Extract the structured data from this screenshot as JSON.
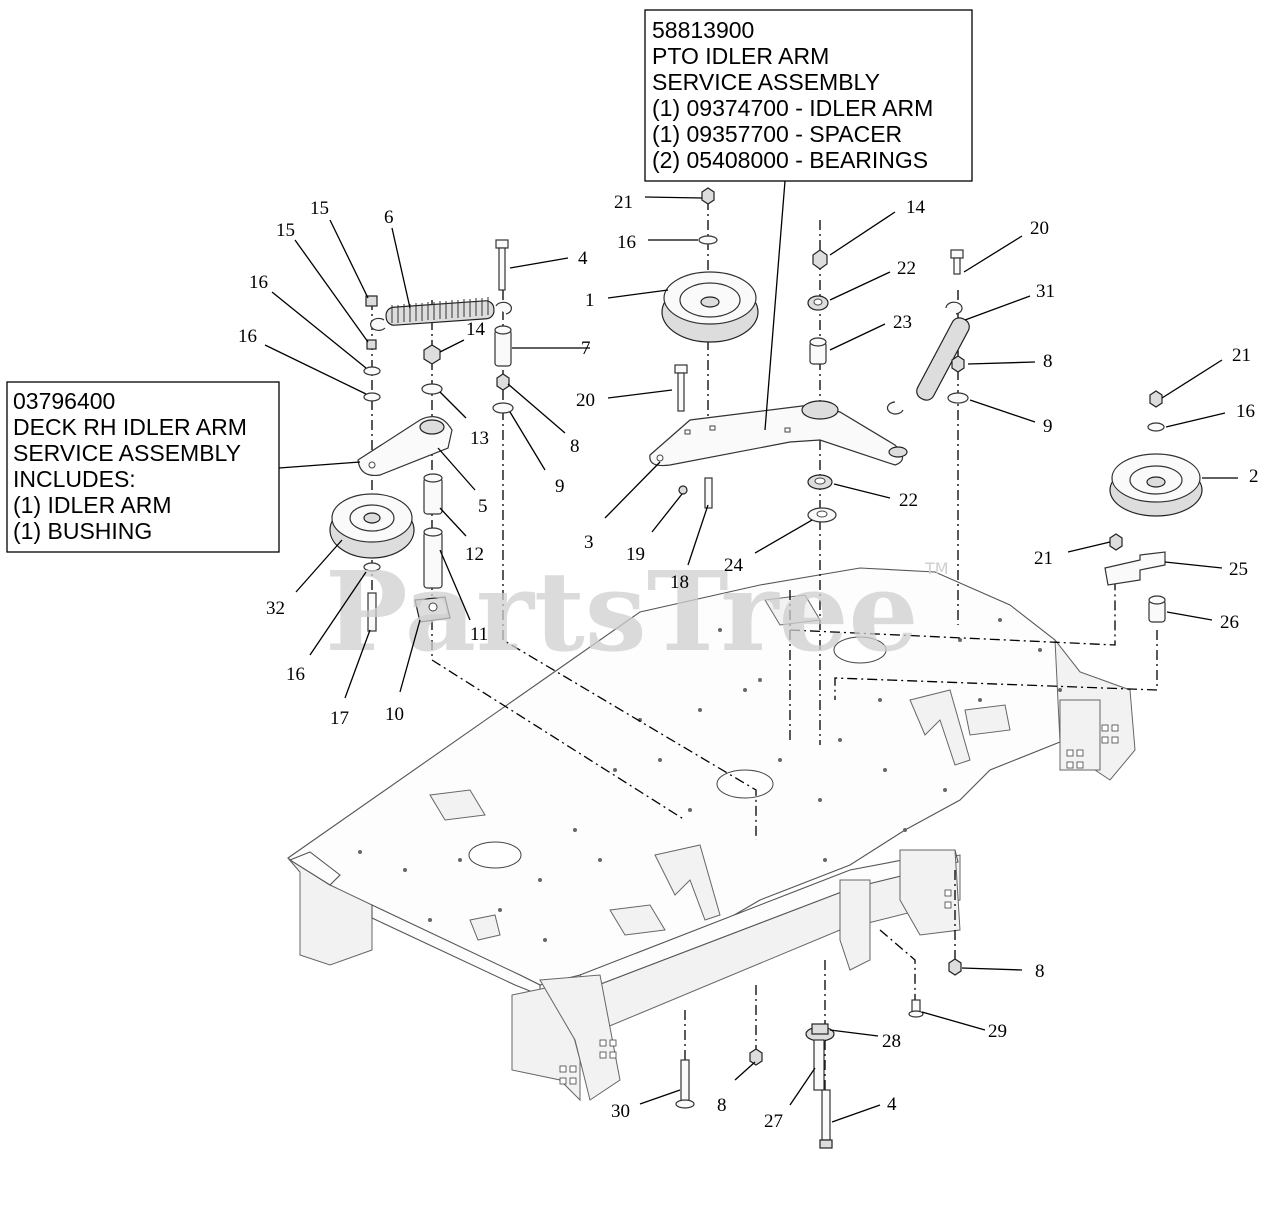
{
  "watermark": {
    "text": "PartsTree",
    "trademark": "TM"
  },
  "boxes": {
    "pto": {
      "lines": [
        "58813900",
        "PTO IDLER ARM",
        "SERVICE ASSEMBLY",
        "(1) 09374700 - IDLER ARM",
        "(1) 09357700 - SPACER",
        "(2) 05408000 - BEARINGS"
      ]
    },
    "deck_rh": {
      "lines": [
        "03796400",
        "DECK RH IDLER ARM",
        "SERVICE ASSEMBLY",
        "INCLUDES:",
        "(1) IDLER ARM",
        "(1)  BUSHING"
      ]
    }
  },
  "callouts": [
    "15",
    "15",
    "6",
    "16",
    "16",
    "4",
    "14",
    "7",
    "13",
    "8",
    "9",
    "5",
    "12",
    "32",
    "16",
    "11",
    "17",
    "10",
    "21",
    "16",
    "1",
    "20",
    "3",
    "19",
    "18",
    "14",
    "22",
    "23",
    "22",
    "24",
    "20",
    "31",
    "8",
    "9",
    "21",
    "16",
    "2",
    "21",
    "25",
    "26",
    "8",
    "28",
    "29",
    "30",
    "8",
    "27",
    "4"
  ]
}
